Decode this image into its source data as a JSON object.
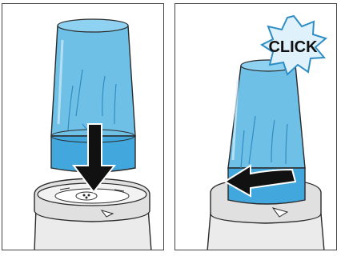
{
  "panels": [
    {
      "step": "insert-cup",
      "arrow": "down"
    },
    {
      "step": "twist-lock",
      "arrow": "left-curved",
      "burst": {
        "label": "CLICK"
      }
    }
  ],
  "colors": {
    "cup": "#6fc0e6",
    "cup_dark": "#2f8dc4",
    "cup_ring": "#41a7dd",
    "outline": "#2a2a2a",
    "base": "#e6e6e6",
    "arrow": "#111111"
  },
  "icons": [
    "down-arrow-icon",
    "curved-arrow-icon",
    "click-burst-icon"
  ]
}
